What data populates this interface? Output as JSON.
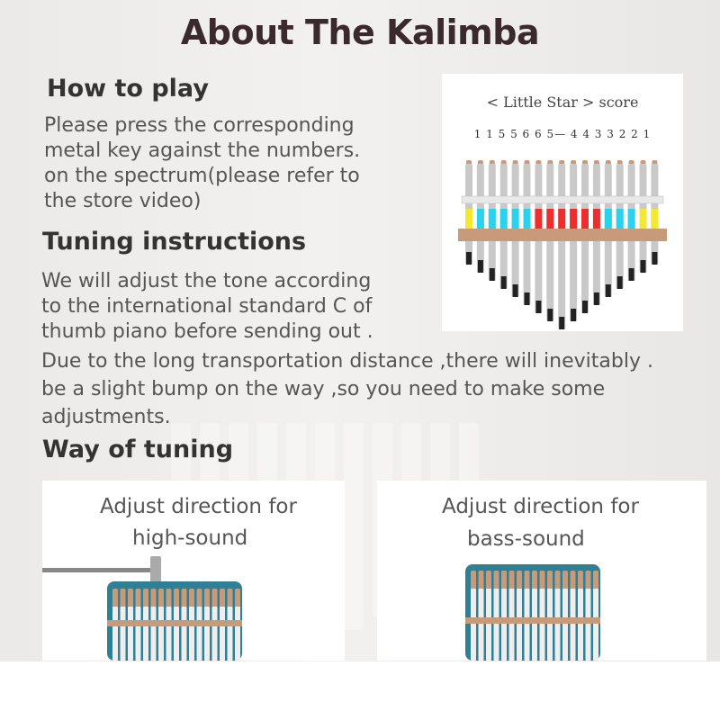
{
  "title": "About The Kalimba",
  "how_to_play": {
    "heading": "How to play",
    "lines": [
      "Please press the corresponding",
      "metal key against the numbers.",
      "on the spectrum(please refer to",
      "the store video)"
    ]
  },
  "tuning": {
    "heading": "Tuning instructions",
    "lines": [
      "We will adjust the tone according",
      "to the international standard C of",
      "thumb piano before sending out .",
      "Due to the long transportation distance ,there will inevitably .",
      "be a slight bump on the way ,so you need to make some",
      "adjustments."
    ]
  },
  "way_of_tuning": {
    "heading": "Way of tuning",
    "cards": [
      {
        "line1": "Adjust direction for",
        "line2": "high-sound"
      },
      {
        "line1": "Adjust direction for",
        "line2": "bass-sound"
      }
    ]
  },
  "score": {
    "title": "< Little Star > score",
    "notes": "1 1 5 5  6 6 5—  4 4 3 3 2 2 1"
  },
  "colors": {
    "title": "#3a2a2e",
    "heading": "#333333",
    "body": "#555555",
    "tine": "#c9c9c9",
    "bridge_wood": "#c79a7a",
    "teal_board": "#2f7f95",
    "key_yellow": "#f5e830",
    "key_cyan": "#29d3ee",
    "key_red": "#ee2d2d"
  }
}
